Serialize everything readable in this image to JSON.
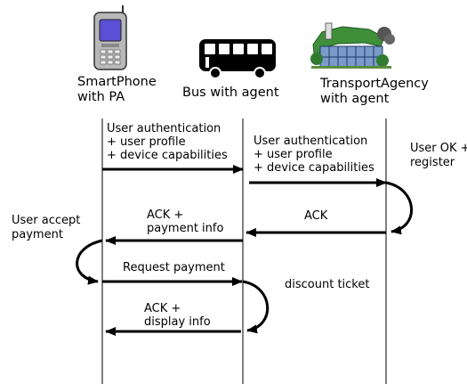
{
  "actors": [
    {
      "id": "smartphone",
      "icon": "smartphone-icon",
      "label_lines": [
        "SmartPhone",
        "with PA"
      ]
    },
    {
      "id": "bus",
      "icon": "bus-icon",
      "label_lines": [
        "Bus with agent"
      ]
    },
    {
      "id": "agency",
      "icon": "building-icon",
      "label_lines": [
        "TransportAgency",
        "with agent"
      ]
    }
  ],
  "messages": [
    {
      "id": "phone-to-bus-auth",
      "from": "smartphone",
      "to": "bus",
      "label_lines": [
        "User authentication",
        "+ user profile",
        "+ device capabilities"
      ]
    },
    {
      "id": "bus-to-agency-auth",
      "from": "bus",
      "to": "agency",
      "label_lines": [
        "User authentication",
        "+ user profile",
        "+ device capabilities"
      ]
    },
    {
      "id": "agency-self-user-ok",
      "from": "agency",
      "to": "agency",
      "label_lines": [
        "User OK +",
        "register"
      ]
    },
    {
      "id": "agency-to-bus-ack",
      "from": "agency",
      "to": "bus",
      "label_lines": [
        "ACK"
      ]
    },
    {
      "id": "bus-to-phone-ack",
      "from": "bus",
      "to": "smartphone",
      "label_lines": [
        "ACK +",
        "payment info"
      ]
    },
    {
      "id": "phone-self-accept",
      "from": "smartphone",
      "to": "smartphone",
      "label_lines": [
        "User accept",
        "payment"
      ]
    },
    {
      "id": "phone-to-bus-request",
      "from": "smartphone",
      "to": "bus",
      "label_lines": [
        "Request payment"
      ]
    },
    {
      "id": "bus-self-discount",
      "from": "bus",
      "to": "bus",
      "label_lines": [
        "discount ticket"
      ]
    },
    {
      "id": "bus-to-phone-display",
      "from": "bus",
      "to": "smartphone",
      "label_lines": [
        "ACK +",
        "display info"
      ]
    }
  ],
  "colors": {
    "line": "#000000",
    "phone_screen": "#5b4fd6",
    "phone_body": "#b8b8b8",
    "building_glass": "#7a9bc9",
    "building_roof": "#3f8f3a",
    "building_tree": "#2f7a2f"
  }
}
